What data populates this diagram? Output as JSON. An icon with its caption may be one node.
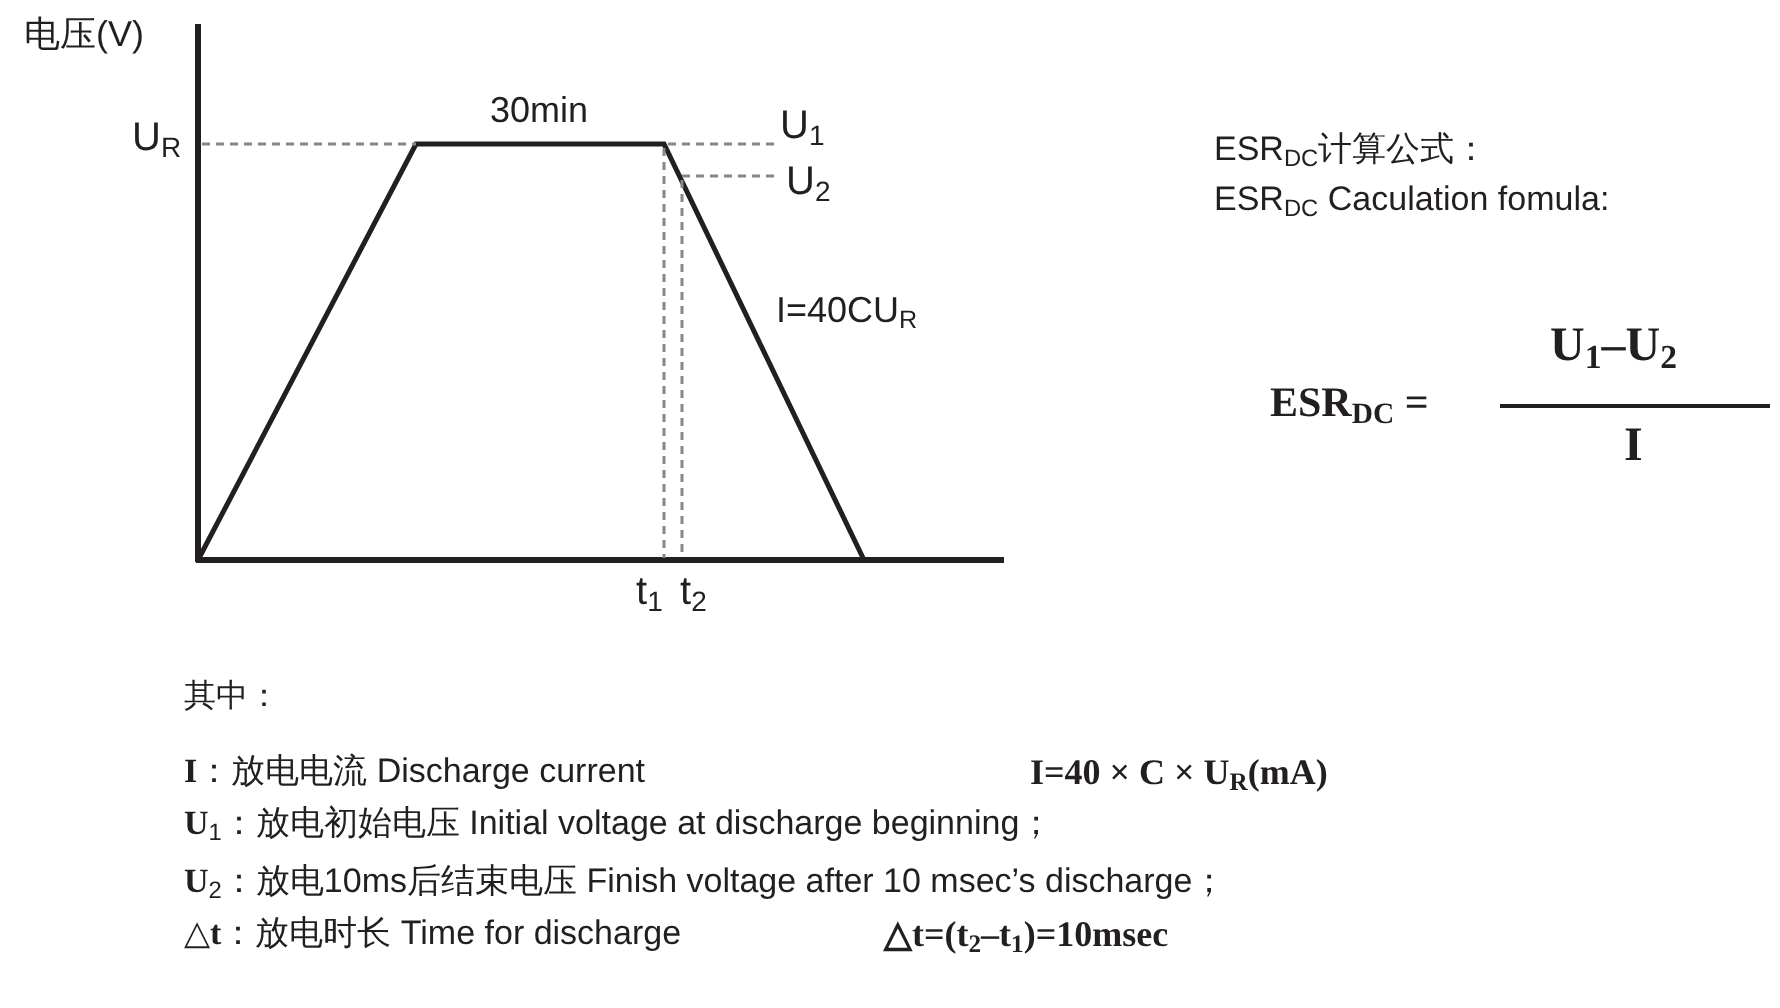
{
  "diagram": {
    "labels": [
      "电压(V)",
      "U$_{R}$",
      "30min",
      "U$_{1}$",
      "U$_{2}$",
      "ESR$_{DC}$计算公式：",
      "ESR$_{DC}$ Caculation fomula:",
      "I=40CU$_{R}$",
      "ESR$_{DC}$ =",
      "U$_{1}$–U$_{2}$",
      "I",
      "t$_{1}$",
      "t$_{2}$",
      "其中：",
      "**I**：放电电流 Discharge current",
      "I=40 × C × U$_{R}$(mA)",
      "**U**$_{1}$：放电初始电压 Initial voltage at discharge beginning；",
      "**U**$_{2}$：放电10ms后结束电压 Finish voltage after 10 msec’s discharge；",
      "△**t**：放电时长 Time for discharge",
      "△t=(t$_{2}$–t$_{1}$)=10msec"
    ]
  }
}
